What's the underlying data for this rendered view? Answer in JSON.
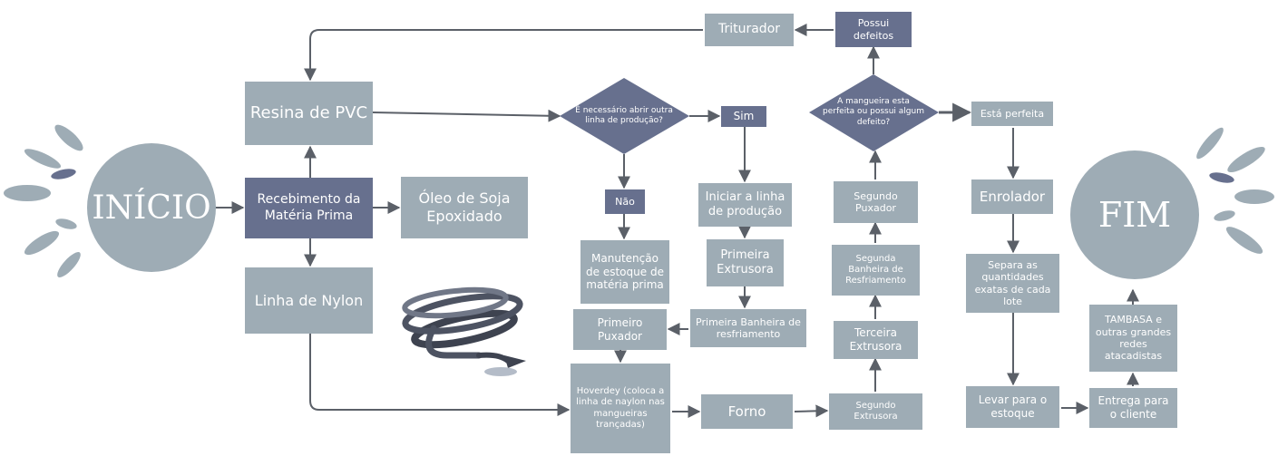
{
  "start": {
    "label": "INÍCIO"
  },
  "end": {
    "label": "FIM"
  },
  "nodes": {
    "resina_pvc": "Resina de PVC",
    "recebimento": "Recebimento da Matéria Prima",
    "oleo_soja": "Óleo de Soja Epoxidado",
    "linha_nylon": "Linha de Nylon",
    "triturador": "Triturador",
    "possui_defeitos": "Possui defeitos",
    "sim": "Sim",
    "nao": "Não",
    "iniciar_linha": "Iniciar a linha de produção",
    "manutencao": "Manutenção de estoque de matéria prima",
    "primeira_extrusora": "Primeira Extrusora",
    "primeiro_puxador": "Primeiro Puxador",
    "primeira_banheira": "Primeira Banheira de resfriamento",
    "hoverdey": "Hoverdey (coloca a linha de naylon nas mangueiras trançadas)",
    "forno": "Forno",
    "segundo_extrusora": "Segundo Extrusora",
    "terceira_extrusora": "Terceira Extrusora",
    "segunda_banheira": "Segunda Banheira de Resfriamento",
    "segundo_puxador": "Segundo Puxador",
    "esta_perfeita": "Está perfeita",
    "enrolador": "Enrolador",
    "separa": "Separa as quantidades exatas de cada lote",
    "levar_estoque": "Levar para o estoque",
    "entrega_cliente": "Entrega para o cliente",
    "tambasa": "TAMBASA e outras grandes redes atacadistas"
  },
  "decisions": {
    "abrir_linha": "É necessário abrir outra linha de produção?",
    "mangueira": "A mangueira esta perfeita ou possui algum defeito?"
  },
  "icons": {
    "hose": "hose-illustration-icon",
    "rays": "decorative-rays-icon"
  },
  "colors": {
    "node": "#9eacb5",
    "node_dark": "#67708e",
    "arrow": "#5b6068",
    "text": "#ffffff"
  }
}
